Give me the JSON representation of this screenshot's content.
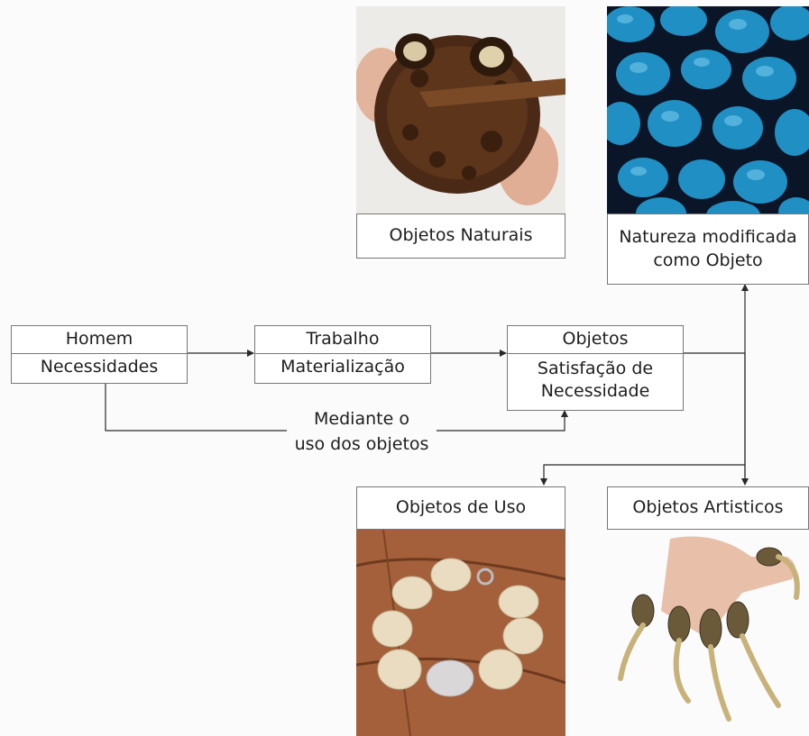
{
  "nodes": {
    "homem": {
      "line1": "Homem",
      "line2": "Necessidades"
    },
    "trabalho": {
      "line1": "Trabalho",
      "line2": "Materialização"
    },
    "objetos": {
      "line1": "Objetos",
      "line2": "Satisfação de",
      "line3": "Necessidade"
    },
    "mediante": {
      "line1": "Mediante o",
      "line2": "uso dos objetos"
    },
    "naturais": {
      "label": "Objetos Naturais"
    },
    "modificada": {
      "line1": "Natureza modificada",
      "line2": "como Objeto"
    },
    "uso": {
      "label": "Objetos de Uso"
    },
    "artisticos": {
      "label": "Objetos Artisticos"
    }
  },
  "colors": {
    "line": "#2a2a2a",
    "blue_seed": "#1f8fc4",
    "wood": "#9c5a35",
    "ivory_bead": "#e9dcc0"
  }
}
